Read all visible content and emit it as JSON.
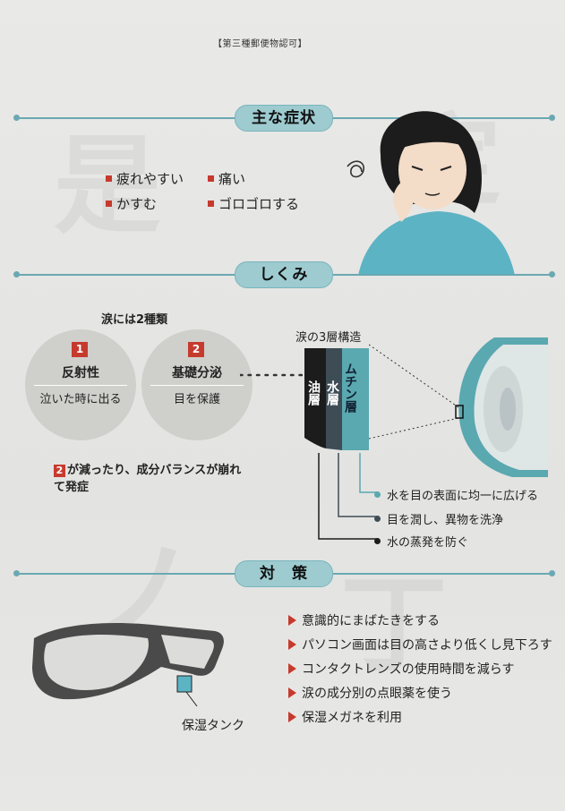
{
  "header": "【第三種郵便物認可】",
  "sections": {
    "symptoms": "主な症状",
    "mechanism": "しくみ",
    "measures": "対　策"
  },
  "symptoms": [
    "疲れやすい",
    "痛い",
    "かすむ",
    "ゴロゴロする"
  ],
  "mechanism": {
    "subtitle": "涙には2種類",
    "types": [
      {
        "num": "1",
        "name": "反射性",
        "desc": "泣いた時に出る"
      },
      {
        "num": "2",
        "name": "基礎分泌",
        "desc": "目を保護"
      }
    ],
    "note_num": "2",
    "note": "が減ったり、成分バランスが崩れて発症",
    "structure_title": "涙の3層構造",
    "layers": [
      "油層",
      "水層",
      "ムチン層"
    ],
    "functions": [
      "水を目の表面に均一に広げる",
      "目を潤し、異物を洗浄",
      "水の蒸発を防ぐ"
    ]
  },
  "measures": {
    "items": [
      "意識的にまばたきをする",
      "パソコン画面は目の高さより低くし見下ろす",
      "コンタクトレンズの使用時間を減らす",
      "涙の成分別の点眼薬を使う",
      "保湿メガネを利用"
    ],
    "tank_label": "保湿タンク"
  },
  "colors": {
    "accent": "#6aa8b2",
    "pill": "#9dcbd0",
    "red": "#c63a2e",
    "layer_oil": "#1c1c1c",
    "layer_water": "#3e4d55",
    "layer_mucin": "#5aa8b0"
  }
}
